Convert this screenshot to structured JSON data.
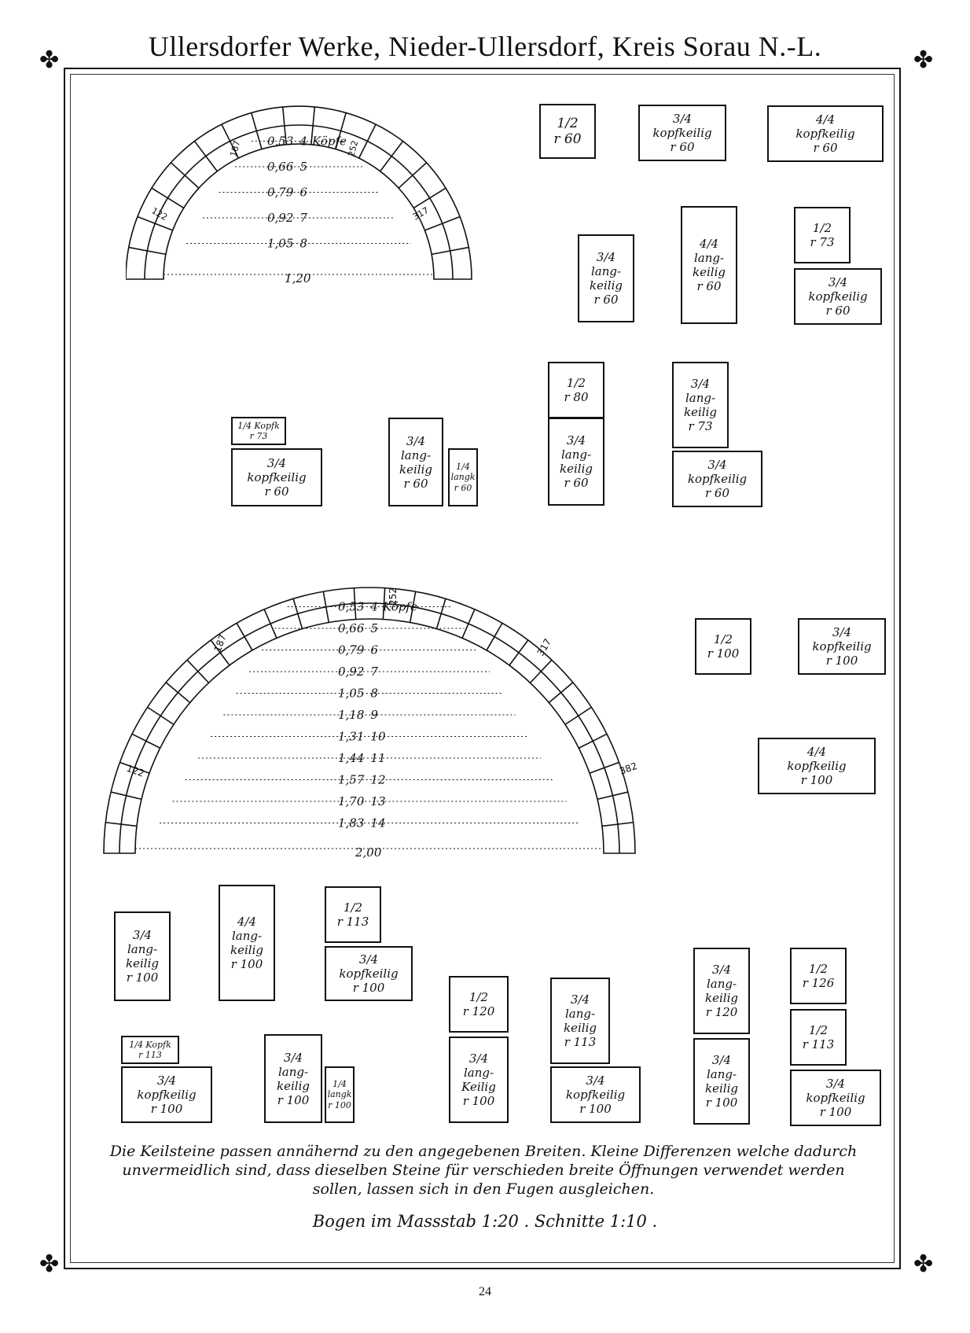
{
  "header": {
    "title": "Ullersdorfer Werke, Nieder-Ullersdorf, Kreis Sorau N.-L."
  },
  "ornament": "✤",
  "arch_small": {
    "dims": {
      "d187": "187",
      "d252": "252",
      "d122": "122",
      "d317": "317"
    },
    "rows": [
      {
        "w": "0,53",
        "n": "4",
        "extra": "Köpfe"
      },
      {
        "w": "0,66",
        "n": "5",
        "extra": ""
      },
      {
        "w": "0,79",
        "n": "6",
        "extra": ""
      },
      {
        "w": "0,92",
        "n": "7",
        "extra": ""
      },
      {
        "w": "1,05",
        "n": "8",
        "extra": ""
      }
    ],
    "span": "1,20"
  },
  "arch_large": {
    "dims": {
      "d187": "187",
      "d252": "252",
      "d122": "122",
      "d317": "317",
      "d382": "382"
    },
    "rows": [
      {
        "w": "0,53",
        "n": "4",
        "extra": "Köpfe"
      },
      {
        "w": "0,66",
        "n": "5",
        "extra": ""
      },
      {
        "w": "0,79",
        "n": "6",
        "extra": ""
      },
      {
        "w": "0,92",
        "n": "7",
        "extra": ""
      },
      {
        "w": "1,05",
        "n": "8",
        "extra": ""
      },
      {
        "w": "1,18",
        "n": "9",
        "extra": ""
      },
      {
        "w": "1,31",
        "n": "10",
        "extra": ""
      },
      {
        "w": "1,44",
        "n": "11",
        "extra": ""
      },
      {
        "w": "1,57",
        "n": "12",
        "extra": ""
      },
      {
        "w": "1,70",
        "n": "13",
        "extra": ""
      },
      {
        "w": "1,83",
        "n": "14",
        "extra": ""
      }
    ],
    "span": "2,00"
  },
  "boxes": [
    {
      "lines": [
        "1/2",
        "r 60"
      ]
    },
    {
      "lines": [
        "3/4",
        "kopfkeilig",
        "r 60"
      ]
    },
    {
      "lines": [
        "4/4",
        "kopfkeilig",
        "r 60"
      ]
    },
    {
      "lines": [
        "3/4",
        "lang-",
        "keilig",
        "r 60"
      ]
    },
    {
      "lines": [
        "4/4",
        "lang-",
        "keilig",
        "r 60"
      ]
    },
    {
      "lines": [
        "1/2",
        "r 73"
      ]
    },
    {
      "lines": [
        "3/4",
        "kopfkeilig",
        "r 60"
      ]
    },
    {
      "lines": [
        "1/2",
        "r 80"
      ]
    },
    {
      "lines": [
        "3/4",
        "lang-",
        "keilig",
        "r 73"
      ]
    },
    {
      "lines": [
        "1/4 Kopfk",
        "r 73"
      ]
    },
    {
      "lines": [
        "3/4",
        "kopfkeilig",
        "r 60"
      ]
    },
    {
      "lines": [
        "3/4",
        "lang-",
        "keilig",
        "r 60"
      ]
    },
    {
      "lines": [
        "1/4",
        "langk",
        "r 60"
      ]
    },
    {
      "lines": [
        "3/4",
        "lang-",
        "keilig",
        "r 60"
      ]
    },
    {
      "lines": [
        "3/4",
        "kopfkeilig",
        "r 60"
      ]
    },
    {
      "lines": [
        "1/2",
        "r 100"
      ]
    },
    {
      "lines": [
        "3/4",
        "kopfkeilig",
        "r 100"
      ]
    },
    {
      "lines": [
        "4/4",
        "kopfkeilig",
        "r 100"
      ]
    },
    {
      "lines": [
        "3/4",
        "lang-",
        "keilig",
        "r 100"
      ]
    },
    {
      "lines": [
        "4/4",
        "lang-",
        "keilig",
        "r 100"
      ]
    },
    {
      "lines": [
        "1/2",
        "r 113"
      ]
    },
    {
      "lines": [
        "3/4",
        "kopfkeilig",
        "r 100"
      ]
    },
    {
      "lines": [
        "1/2",
        "r 120"
      ]
    },
    {
      "lines": [
        "3/4",
        "lang-",
        "keilig",
        "r 113"
      ]
    },
    {
      "lines": [
        "3/4",
        "lang-",
        "keilig",
        "r 120"
      ]
    },
    {
      "lines": [
        "1/2",
        "r 126"
      ]
    },
    {
      "lines": [
        "1/4 Kopfk",
        "r 113"
      ]
    },
    {
      "lines": [
        "3/4",
        "kopfkeilig",
        "r 100"
      ]
    },
    {
      "lines": [
        "3/4",
        "lang-",
        "keilig",
        "r 100"
      ]
    },
    {
      "lines": [
        "1/4",
        "langk",
        "r 100"
      ]
    },
    {
      "lines": [
        "3/4",
        "lang-",
        "Keilig",
        "r 100"
      ]
    },
    {
      "lines": [
        "3/4",
        "kopfkeilig",
        "r 100"
      ]
    },
    {
      "lines": [
        "3/4",
        "lang-",
        "keilig",
        "r 100"
      ]
    },
    {
      "lines": [
        "1/2",
        "r 113"
      ]
    },
    {
      "lines": [
        "3/4",
        "kopfkeilig",
        "r 100"
      ]
    }
  ],
  "note": {
    "line1": "Die Keilsteine passen annähernd zu den angegebenen Breiten. Kleine Differenzen welche dadurch",
    "line2": "unvermeidlich sind, dass dieselben Steine für verschieden breite Öffnungen verwendet werden",
    "line3": "sollen, lassen sich in den Fugen ausgleichen."
  },
  "scale": "Bogen im Massstab 1:20 . Schnitte 1:10 .",
  "page_number": "24"
}
